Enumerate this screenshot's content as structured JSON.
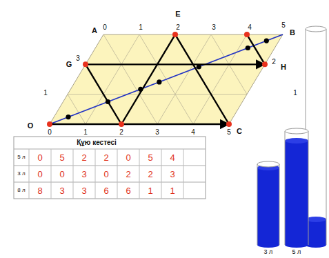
{
  "diagram": {
    "labels": [
      "A",
      "0",
      "1",
      "E",
      "2",
      "3",
      "4",
      "5",
      "B",
      "G",
      "3",
      "2",
      "H",
      "1",
      "1",
      "O",
      "0",
      "1",
      "2",
      "3",
      "4",
      "5",
      "C",
      "Құю кестесі",
      "5 л",
      "0",
      "5",
      "2",
      "2",
      "0",
      "5",
      "4",
      "3 л",
      "0",
      "0",
      "3",
      "0",
      "2",
      "2",
      "3",
      "8 л",
      "8",
      "3",
      "3",
      "6",
      "6",
      "1",
      "1",
      "3 л",
      "5 л"
    ]
  }
}
